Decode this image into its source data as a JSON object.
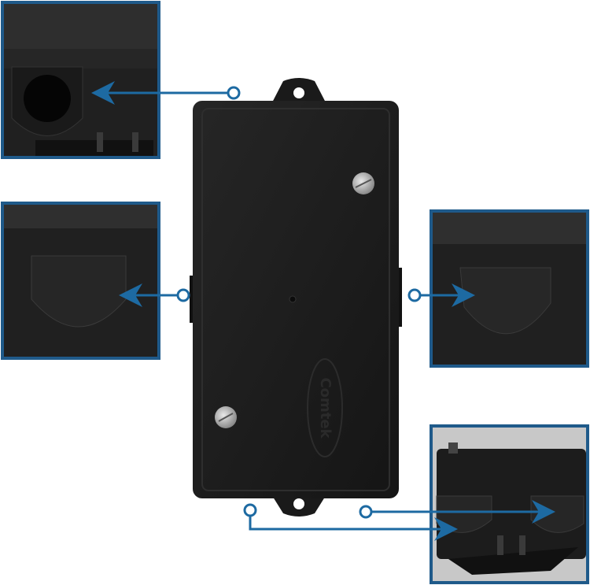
{
  "product": {
    "logo_text": "Comtek",
    "colors": {
      "callout": "#1d6aa2",
      "inset_border": "#1f5a8a",
      "body": "#1c1c1c"
    }
  },
  "callouts": [
    {
      "target": "top-left-inset",
      "feature": "cable-grommet-open"
    },
    {
      "target": "middle-left-inset",
      "feature": "knockout-plug"
    },
    {
      "target": "middle-right-inset",
      "feature": "knockout-plug"
    },
    {
      "target": "bottom-right-inset",
      "feature": "bottom-knockout-plugs"
    }
  ]
}
